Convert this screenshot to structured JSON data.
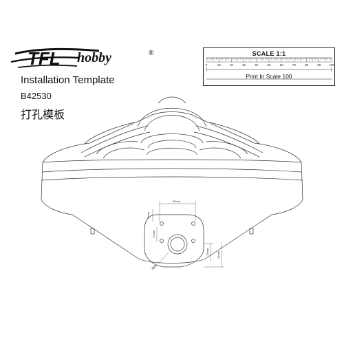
{
  "brand": {
    "logo_text": "TFLhobby",
    "registered_mark": "®"
  },
  "header": {
    "title": "Installation Template",
    "model_code": "B42530",
    "subtitle_cn": "打孔模板"
  },
  "scale": {
    "title": "SCALE 1:1",
    "ticks": [
      "0",
      "10",
      "20",
      "30",
      "40",
      "50",
      "60",
      "70",
      "80",
      "90",
      "100"
    ],
    "footer": "Print In Scale 100"
  },
  "dimensions": {
    "top_width": "20mm",
    "hole_offset": "4 mm",
    "hole_spacing": "17mm",
    "shaft_dia": "Ø20",
    "right_height_a": "17mm",
    "right_height_b": "21mm"
  }
}
